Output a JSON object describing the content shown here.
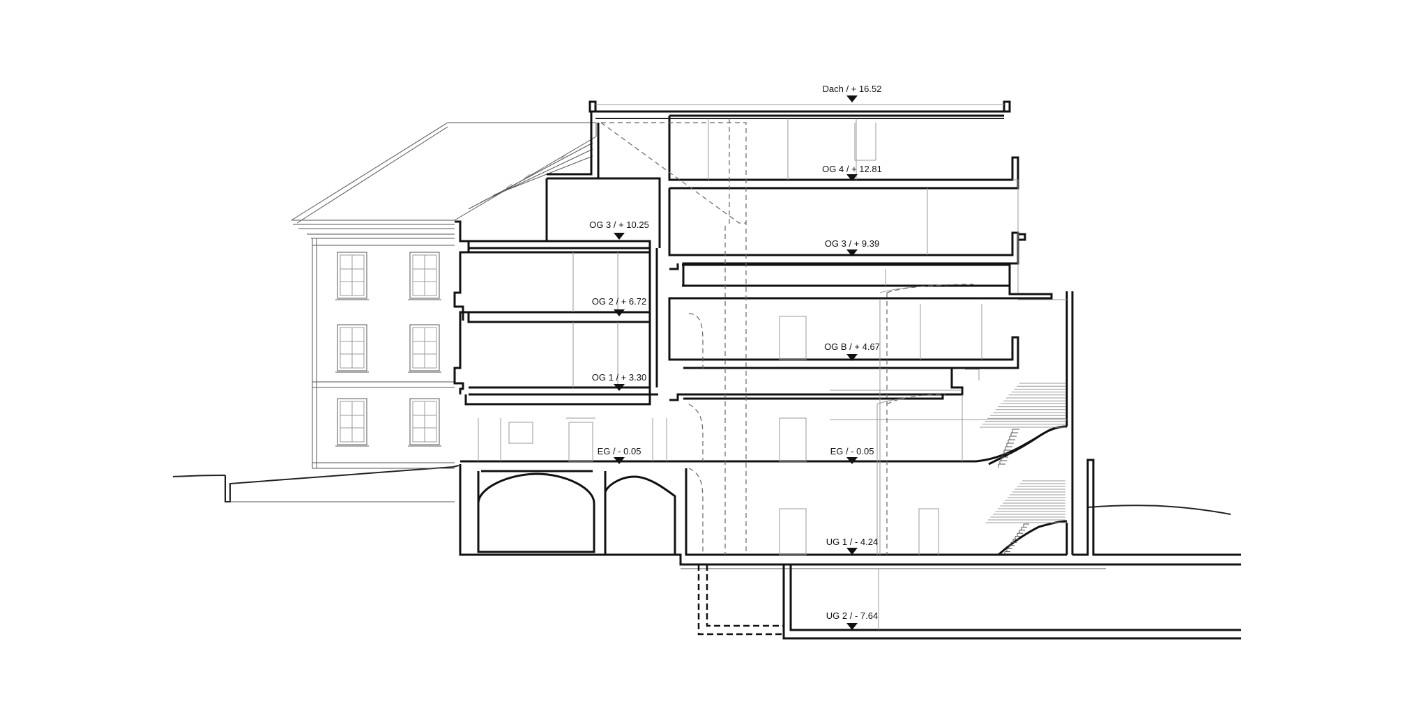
{
  "levels": [
    {
      "id": "dach",
      "label": "Dach / + 16.52"
    },
    {
      "id": "og4",
      "label": "OG 4 / + 12.81"
    },
    {
      "id": "og3-left",
      "label": "OG 3 / + 10.25"
    },
    {
      "id": "og3-right",
      "label": "OG 3 / + 9.39"
    },
    {
      "id": "og2",
      "label": "OG 2 / + 6.72"
    },
    {
      "id": "ogb",
      "label": "OG B / + 4.67"
    },
    {
      "id": "og1",
      "label": "OG 1 / + 3.30"
    },
    {
      "id": "eg-left",
      "label": "EG / - 0.05"
    },
    {
      "id": "eg-right",
      "label": "EG / - 0.05"
    },
    {
      "id": "ug1",
      "label": "UG 1 / - 4.24"
    },
    {
      "id": "ug2",
      "label": "UG 2 / - 7.64"
    }
  ]
}
